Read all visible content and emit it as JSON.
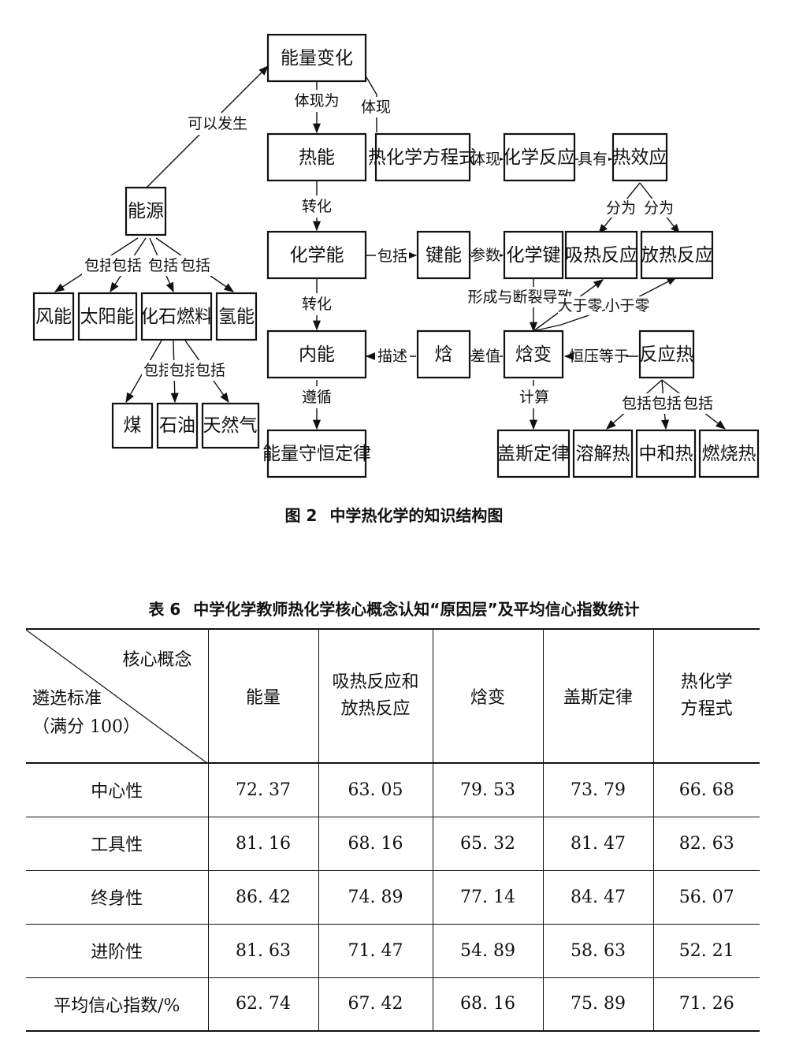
{
  "figure": {
    "caption_num": "图 2",
    "caption_text": "中学热化学的知识结构图",
    "nodes": {
      "energy_change": "能量变化",
      "energy_source": "能源",
      "thermal_energy": "热能",
      "thermo_equation": "热化学方程式",
      "chem_reaction": "化学反应",
      "heat_effect": "热效应",
      "chemical_energy": "化学能",
      "bond_energy": "键能",
      "chemical_bond": "化学键",
      "endothermic": "吸热反应",
      "exothermic": "放热反应",
      "wind": "风能",
      "solar": "太阳能",
      "fossil_fuel": "化石燃料",
      "hydrogen": "氢能",
      "internal_energy": "内能",
      "enthalpy": "焓",
      "enthalpy_change": "焓变",
      "reaction_heat": "反应热",
      "coal": "煤",
      "oil": "石油",
      "natural_gas": "天然气",
      "conservation": "能量守恒定律",
      "hess_law": "盖斯定律",
      "dissolution_heat": "溶解热",
      "neutralization_heat": "中和热",
      "combustion_heat": "燃烧热"
    },
    "edge_labels": {
      "can_occur": "可以发生",
      "manifest_as": "体现为",
      "manifest1": "体现",
      "manifest2": "体现",
      "has": "具有",
      "convert1": "转化",
      "convert2": "转化",
      "split1": "分为",
      "split2": "分为",
      "include_bond": "包括",
      "param": "参数",
      "include_e1": "包括",
      "include_e2": "包括",
      "include_e3": "包括",
      "include_e4": "包括",
      "formation_breaking": "形成与断裂导致",
      "greater_zero": "大于零",
      "less_zero": "小于零",
      "describe": "描述",
      "difference": "差值",
      "equals": "恒压等于",
      "include_f1": "包括",
      "include_f2": "包括",
      "include_f3": "包括",
      "follow": "遵循",
      "calculate": "计算",
      "include_r1": "包括",
      "include_r2": "包括",
      "include_r3": "包括"
    }
  },
  "table": {
    "caption_num": "表 6",
    "caption_text": "中学化学教师热化学核心概念认知“原因层”及平均信心指数统计",
    "header_corner_top": "核心概念",
    "header_corner_bottom_1": "遴选标准",
    "header_corner_bottom_2": "（满分 100）",
    "columns": [
      [
        "能量"
      ],
      [
        "吸热反应和",
        "放热反应"
      ],
      [
        "焓变"
      ],
      [
        "盖斯定律"
      ],
      [
        "热化学",
        "方程式"
      ]
    ],
    "rows": [
      {
        "label": "中心性",
        "values": [
          "72. 37",
          "63. 05",
          "79. 53",
          "73. 79",
          "66. 68"
        ]
      },
      {
        "label": "工具性",
        "values": [
          "81. 16",
          "68. 16",
          "65. 32",
          "81. 47",
          "82. 63"
        ]
      },
      {
        "label": "终身性",
        "values": [
          "86. 42",
          "74. 89",
          "77. 14",
          "84. 47",
          "56. 07"
        ]
      },
      {
        "label": "进阶性",
        "values": [
          "81. 63",
          "71. 47",
          "54. 89",
          "58. 63",
          "52. 21"
        ]
      },
      {
        "label": "平均信心指数/%",
        "values": [
          "62. 74",
          "67. 42",
          "68. 16",
          "75. 89",
          "71. 26"
        ]
      }
    ]
  }
}
